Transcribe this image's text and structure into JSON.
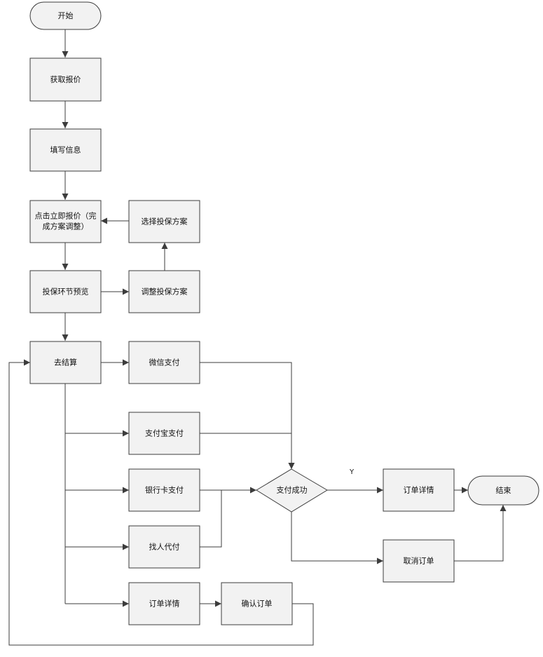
{
  "diagram": {
    "nodes": {
      "start": "开始",
      "get_quote": "获取报价",
      "fill_info": "填写信息",
      "quote_now_line1": "点击立即报价（完",
      "quote_now_line2": "成方案调整）",
      "select_plan": "选择投保方案",
      "preview": "投保环节预览",
      "adjust_plan": "调整投保方案",
      "checkout": "去结算",
      "wechat_pay": "微信支付",
      "alipay": "支付宝支付",
      "bank_card_pay": "银行卡支付",
      "proxy_pay": "找人代付",
      "order_details_bottom": "订单详情",
      "confirm_order": "确认订单",
      "payment_success": "支付成功",
      "order_details_right": "订单详情",
      "cancel_order": "取消订单",
      "end": "结束"
    },
    "edge_labels": {
      "yes": "Y"
    }
  }
}
